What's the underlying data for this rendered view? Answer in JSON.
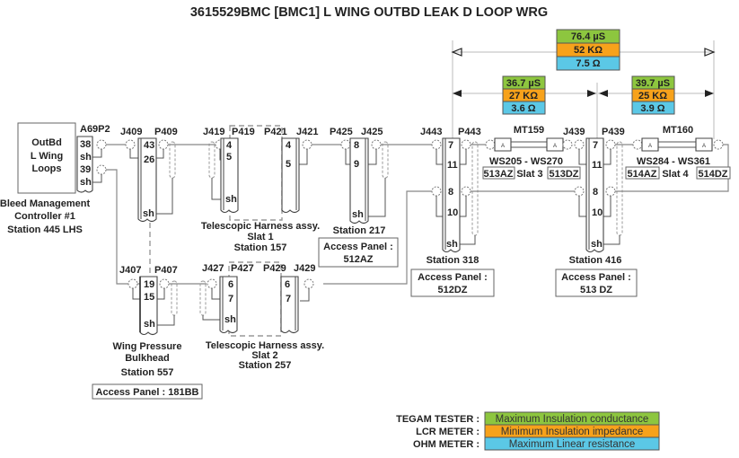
{
  "title": "3615529BMC [BMC1] L WING OUTBD LEAK D LOOP WRG",
  "colors": {
    "conductance": "#8dc63f",
    "impedance": "#f7a21b",
    "resistance": "#5bc8e6"
  },
  "measurements": [
    {
      "id": "total",
      "conductance": "76.4 µS",
      "impedance": "52 KΩ",
      "resistance": "7.5 Ω"
    },
    {
      "id": "slat3",
      "conductance": "36.7 µS",
      "impedance": "27 KΩ",
      "resistance": "3.6 Ω"
    },
    {
      "id": "slat4",
      "conductance": "39.7 µS",
      "impedance": "25 KΩ",
      "resistance": "3.9 Ω"
    }
  ],
  "controller": {
    "box_lines": [
      "OutBd",
      "L  Wing",
      "Loops"
    ],
    "connector": "A69P2",
    "pins": [
      "38",
      "sh",
      "39",
      "sh"
    ],
    "caption": [
      "Bleed Management",
      "Controller #1",
      "Station 445 LHS"
    ]
  },
  "connectors": {
    "j409": "J409",
    "p409": "P409",
    "j409_pins": [
      "43",
      "26",
      "sh"
    ],
    "j419": "J419",
    "p419": "P419",
    "p421": "P421",
    "j421": "J421",
    "p419_pins": [
      "4",
      "5",
      "sh"
    ],
    "p421_pins": [
      "4",
      "5"
    ],
    "p425": "P425",
    "j425": "J425",
    "j425_pins": [
      "8",
      "9",
      "sh"
    ],
    "j443": "J443",
    "p443": "P443",
    "j443_pins": [
      "7",
      "11",
      "8",
      "10",
      "sh"
    ],
    "mt159": "MT159",
    "j439": "J439",
    "p439": "P439",
    "j439_pins": [
      "7",
      "11",
      "8",
      "10",
      "sh"
    ],
    "mt160": "MT160",
    "j407": "J407",
    "p407": "P407",
    "j407_pins": [
      "19",
      "15",
      "sh"
    ],
    "j427": "J427",
    "p427": "P427",
    "p429": "P429",
    "j429": "J429",
    "p427_pins": [
      "6",
      "7",
      "sh"
    ],
    "p429_pins": [
      "6",
      "7"
    ]
  },
  "sensors": {
    "mt159_range": "WS205 - WS270",
    "mt159_panel_left": "513AZ",
    "mt159_slat": "Slat 3",
    "mt159_panel_right": "513DZ",
    "mt160_range": "WS284 - WS361",
    "mt160_panel_left": "514AZ",
    "mt160_slat": "Slat 4",
    "mt160_panel_right": "514DZ",
    "sensor_glyph": "A"
  },
  "captions": {
    "slat1": [
      "Telescopic Harness assy.",
      "Slat 1",
      "Station 157"
    ],
    "slat2": [
      "Telescopic Harness assy.",
      "Slat 2",
      "Station 257"
    ],
    "station217": "Station 217",
    "station318": "Station 318",
    "station416": "Station 416",
    "wing_bulkhead": [
      "Wing Pressure",
      "Bulkhead",
      "Station 557"
    ]
  },
  "access_panels": {
    "p512az": [
      "Access Panel :",
      "512AZ"
    ],
    "p512dz": [
      "Access Panel :",
      "512DZ"
    ],
    "p513dz": [
      "Access Panel :",
      "513 DZ"
    ],
    "p181bb": "Access Panel : 181BB"
  },
  "legend": [
    {
      "label": "TEGAM TESTER :",
      "desc": "Maximum Insulation conductance",
      "kind": "conductance"
    },
    {
      "label": "LCR METER :",
      "desc": "Minimum Insulation impedance",
      "kind": "impedance"
    },
    {
      "label": "OHM METER :",
      "desc": "Maximum Linear resistance",
      "kind": "resistance"
    }
  ]
}
